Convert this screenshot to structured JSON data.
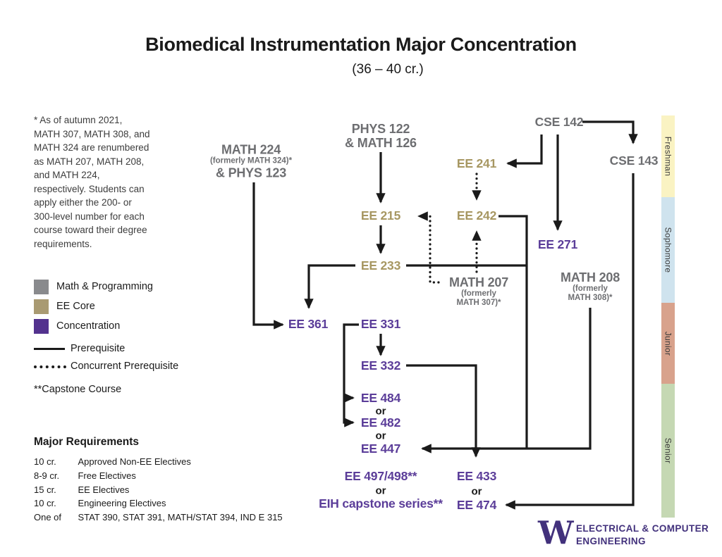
{
  "title": "Biomedical Instrumentation Major Concentration",
  "subtitle": "(36 – 40 cr.)",
  "footnote_lines": [
    "* As of autumn 2021,",
    "MATH 307, MATH 308, and",
    "MATH 324 are renumbered",
    "as MATH 207, MATH 208,",
    "and MATH 224,",
    "respectively. Students can",
    "apply either the 200- or",
    "300-level number for each",
    "course toward their degree",
    "requirements."
  ],
  "legend": {
    "categories": [
      {
        "label": "Math & Programming",
        "color": "#898a8d"
      },
      {
        "label": "EE Core",
        "color": "#a99a72"
      },
      {
        "label": "Concentration",
        "color": "#53328e"
      }
    ],
    "lines": [
      {
        "label": "Prerequisite",
        "style": "solid"
      },
      {
        "label": "Concurrent Prerequisite",
        "style": "dotted"
      }
    ],
    "capstone_note": "**Capstone Course"
  },
  "requirements": {
    "heading": "Major Requirements",
    "rows": [
      {
        "credits": "10 cr.",
        "label": "Approved Non-EE Electives"
      },
      {
        "credits": "8-9 cr.",
        "label": "Free Electives"
      },
      {
        "credits": "15 cr.",
        "label": "EE Electives"
      },
      {
        "credits": "10 cr.",
        "label": "Engineering Electives"
      },
      {
        "credits": "One of",
        "label": "STAT 390, STAT 391, MATH/STAT 394, IND E 315"
      }
    ]
  },
  "years": [
    {
      "label": "Freshman",
      "color": "#faf3c3"
    },
    {
      "label": "Sophomore",
      "color": "#cfe3ee"
    },
    {
      "label": "Junior",
      "color": "#d8a28c"
    },
    {
      "label": "Senior",
      "color": "#c5d8b3"
    }
  ],
  "nodes": {
    "phys122": {
      "line1": "PHYS 122",
      "line2": "& MATH 126"
    },
    "math224": {
      "line1": "MATH 224",
      "line2": "(formerly MATH 324)*",
      "line3": "& PHYS 123"
    },
    "cse142": {
      "label": "CSE 142"
    },
    "cse143": {
      "label": "CSE 143"
    },
    "ee241": {
      "label": "EE 241"
    },
    "ee215": {
      "label": "EE 215"
    },
    "ee242": {
      "label": "EE 242"
    },
    "ee233": {
      "label": "EE 233"
    },
    "ee271": {
      "label": "EE 271"
    },
    "math207": {
      "line1": "MATH 207",
      "line2": "(formerly",
      "line3": "MATH 307)*"
    },
    "math208": {
      "line1": "MATH 208",
      "line2": "(formerly",
      "line3": "MATH 308)*"
    },
    "ee361": {
      "label": "EE 361"
    },
    "ee331": {
      "label": "EE 331"
    },
    "ee332": {
      "label": "EE 332"
    },
    "ee484": {
      "label": "EE 484"
    },
    "ee482": {
      "label": "EE 482"
    },
    "ee447": {
      "label": "EE 447"
    },
    "ee497": {
      "label": "EE 497/498**"
    },
    "eih": {
      "label": "EIH capstone series**"
    },
    "ee433": {
      "label": "EE 433"
    },
    "ee474": {
      "label": "EE 474"
    },
    "or": "or"
  },
  "colors": {
    "math_programming_text": "#6d6e71",
    "ee_core_text": "#a79762",
    "concentration_text": "#5b3d99",
    "edge": "#1a1a1a",
    "logo_purple": "#42317c"
  },
  "logo": {
    "mark": "W",
    "line1": "ELECTRICAL & COMPUTER",
    "line2": "ENGINEERING"
  }
}
